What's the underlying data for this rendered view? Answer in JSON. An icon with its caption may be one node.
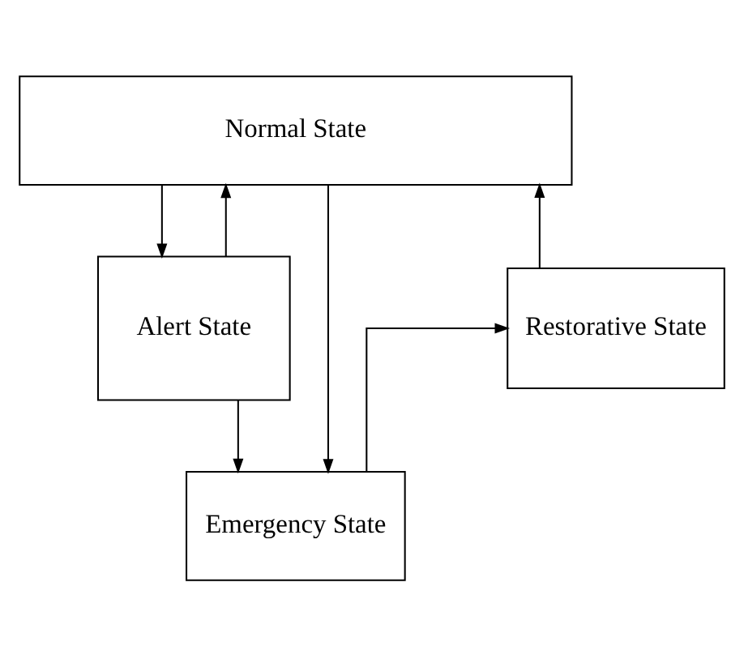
{
  "diagram": {
    "nodes": [
      {
        "text": [
          "Normal State"
        ]
      },
      {
        "text": [
          "Restorative State"
        ]
      },
      {
        "text": [
          "Alert State"
        ]
      },
      {
        "text": [
          "Emergency State"
        ]
      }
    ],
    "edges": [
      {
        "from": 1,
        "to": 0,
        "arrow": "to"
      },
      {
        "from": 0,
        "to": 3,
        "arrow": "to"
      },
      {
        "from": 2,
        "to": 0,
        "arrow": "to"
      },
      {
        "from": 0,
        "to": 2,
        "arrow": "to"
      },
      {
        "from": 2,
        "to": 3,
        "arrow": "to"
      },
      {
        "from": 3,
        "to": 1,
        "arrow": "to"
      }
    ]
  }
}
